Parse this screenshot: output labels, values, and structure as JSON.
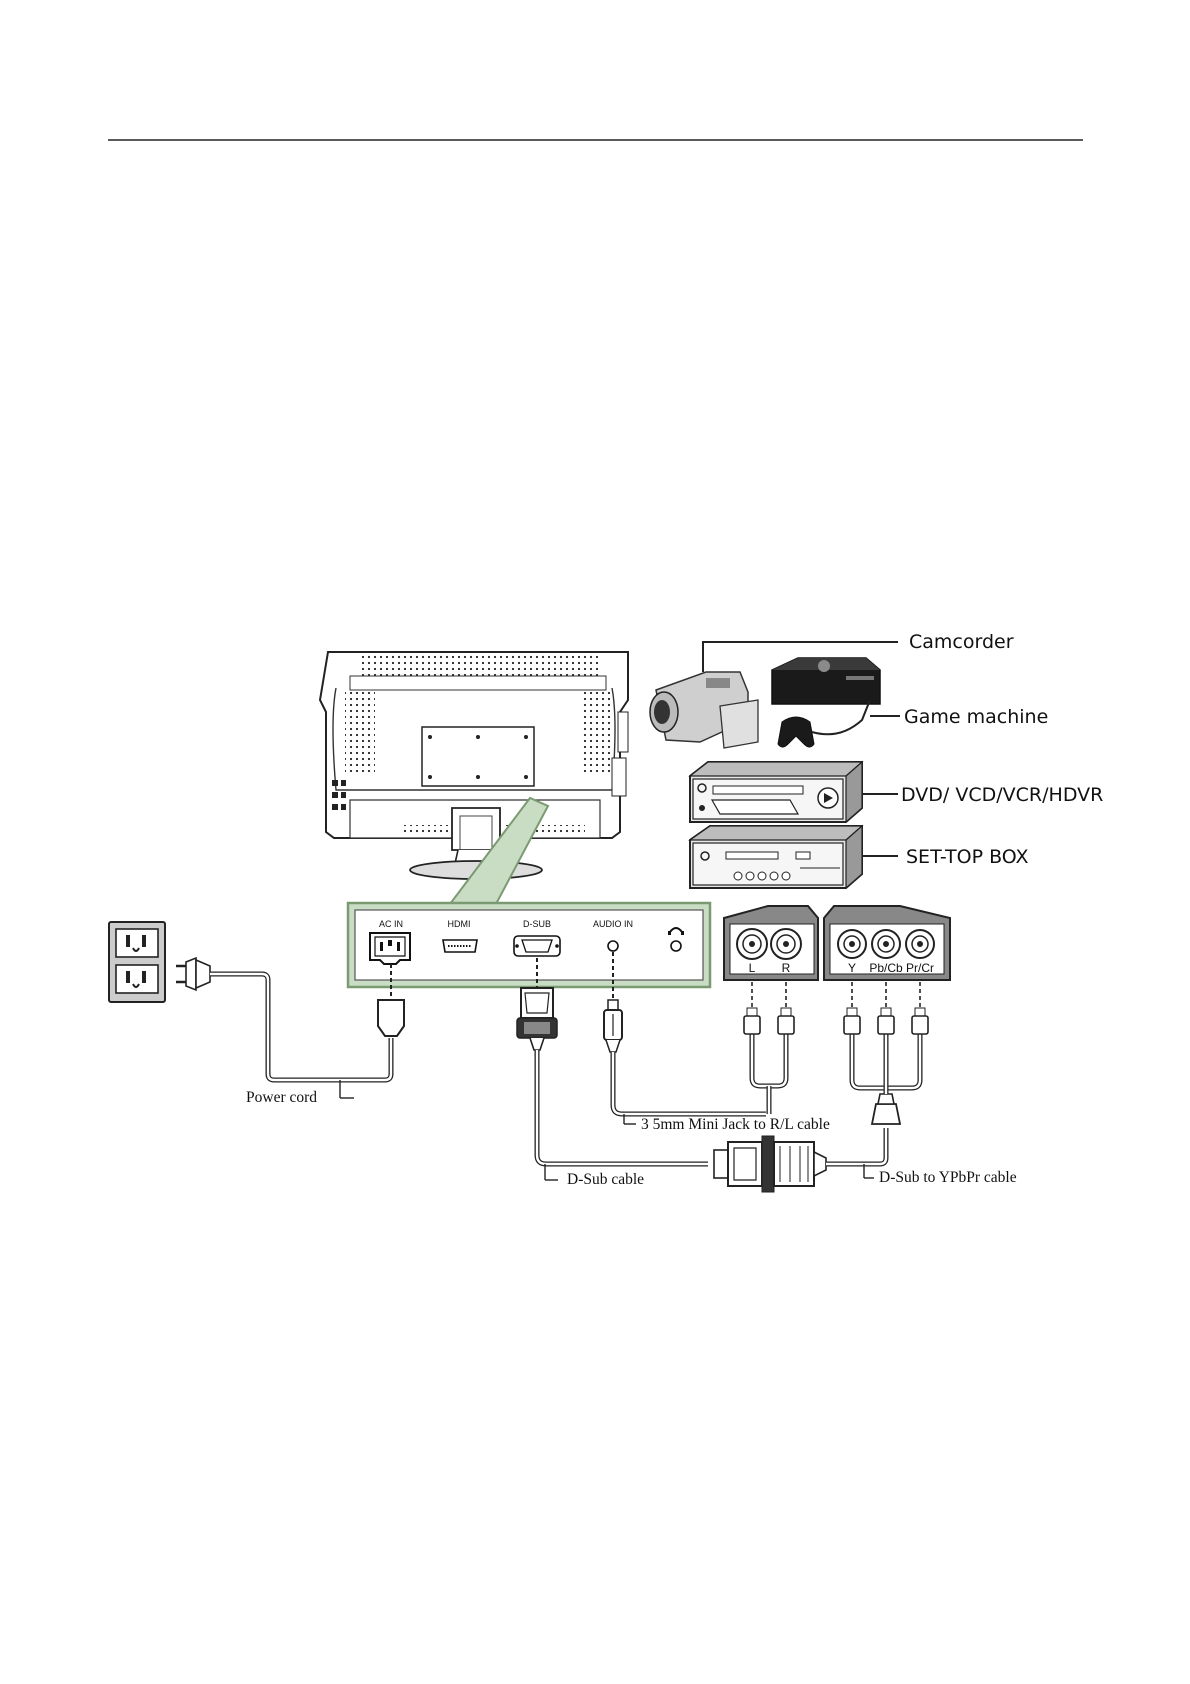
{
  "devices": {
    "camcorder": "Camcorder",
    "game_machine": "Game machine",
    "dvd": "DVD/ VCD/VCR/HDVR",
    "settop": "SET-TOP BOX"
  },
  "ports": {
    "ac_in": "AC IN",
    "hdmi": "HDMI",
    "dsub": "D-SUB",
    "audio_in": "AUDIO IN"
  },
  "jacks": {
    "left": "L",
    "right": "R",
    "y": "Y",
    "pb": "Pb/Cb",
    "pr": "Pr/Cr"
  },
  "cables": {
    "power": "Power cord",
    "minijack": "3 5mm Mini Jack to R/L cable",
    "dsub": "D-Sub cable",
    "ypbpr": "D-Sub  to YPbPr cable"
  },
  "colors": {
    "panel_green": "#c9dcc4",
    "panel_border": "#7a9a72"
  }
}
